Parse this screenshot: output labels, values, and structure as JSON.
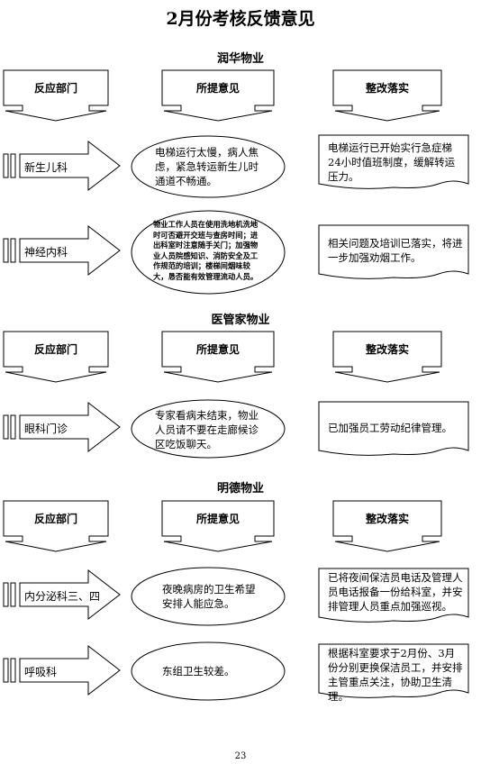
{
  "title": "2月份考核反馈意见",
  "column_headers": {
    "dept": "反应部门",
    "opinion": "所提意见",
    "action": "整改落实"
  },
  "sections": [
    {
      "name": "润华物业",
      "rows": [
        {
          "dept": "新生儿科",
          "opinion": "电梯运行太慢，病人焦虑，紧急转运新生儿时通道不畅通。",
          "action": "电梯运行已开始实行急症梯24小时值班制度，缓解转运压力。"
        },
        {
          "dept": "神经内科",
          "opinion": "物业工作人员在使用洗地机洗地时可否避开交班与查房时间；进出科室时注意随手关门；加强物业人员院感知识、消防安全及工作规范的培训；楼梯间烟味较大，恳否能有效管理流动人员。",
          "action": "相关问题及培训已落实，将进一步加强劝烟工作。"
        }
      ]
    },
    {
      "name": "医管家物业",
      "rows": [
        {
          "dept": "眼科门诊",
          "opinion": "专家看病未结束，物业人员请不要在走廊候诊区吃饭聊天。",
          "action": "已加强员工劳动纪律管理。"
        }
      ]
    },
    {
      "name": "明德物业",
      "rows": [
        {
          "dept": "内分泌科三、四",
          "opinion": "夜晚病房的卫生希望安排人能应急。",
          "action": "已将夜间保洁员电话及管理人员电话报备一份给科室，并安排管理人员重点加强巡视。"
        },
        {
          "dept": "呼吸科",
          "opinion": "东组卫生较差。",
          "action": "根据科室要求于2月份、3月份分别更换保洁员工，并安排主管重点关注，协助卫生清理。"
        }
      ]
    }
  ],
  "page_number": "23"
}
